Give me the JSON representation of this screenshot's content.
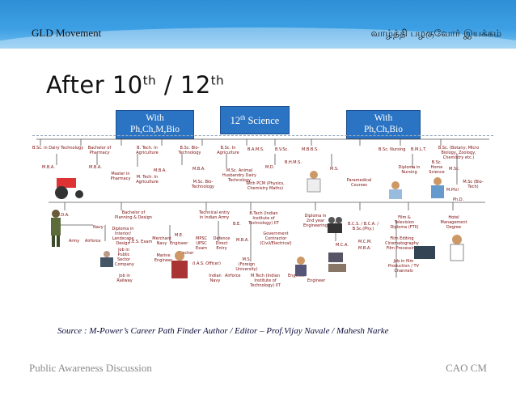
{
  "header": {
    "left": "GLD Movement",
    "right": "வாழ்த்தி பழகுவோர் இயக்கம்"
  },
  "title": {
    "main": "After 10",
    "sup1": "th",
    "sep": " / 12",
    "sup2": "th"
  },
  "boxes": {
    "left": [
      "With",
      "Ph,Ch,M,Bio"
    ],
    "mid_pre": "12",
    "mid_sup": "th",
    "mid_post": " Science",
    "right": [
      "With",
      "Ph,Ch,Bio"
    ]
  },
  "top_row": [
    "B.Sc. in Dairy Technology",
    "Bachelor of Pharmacy",
    "B. Tech. In Agriculture",
    "B.Sc. Bio-Technology",
    "B.Sc. In Agriculture",
    "B.A.M.S.",
    "B.V.Sc.",
    "M.B.B.S.",
    "B.Sc. Nursing",
    "B.M.L.T.",
    "B.Sc. (Botany, Micro Biology, Zoology, Chemistry etc.)"
  ],
  "second_row": [
    "M.B.A.",
    "M.B.A.",
    "Master in Pharmacy",
    "M. Tech. In Agriculture",
    "M.B.A.",
    "M.Sc. Bio-Technology",
    "M.B.A.",
    "M.Sc. Animal Husbandry Dairy Technology",
    "With PCM (Physics, Chemistry Maths)",
    "B.H.M.S.",
    "M.D.",
    "M.S.",
    "Paramedical Courses",
    "Diploma in Nursing",
    "B.Sc. Home Science",
    "M.Sc.",
    "M.Phil",
    "Ph.D.",
    "M.Sc (Bio-Tech)"
  ],
  "lower_row": [
    "N.D.A.",
    "Army",
    "Airforce",
    "Navy",
    "Bachelor of Planning & Design",
    "Diploma in Interior/ Landscape Design",
    "I.E.S. Exam",
    "Merchant Navy",
    "M.E.",
    "Engineer",
    "Marine Engineer",
    "Teacher",
    "MPSC UPSC Exam",
    "Defence Direct Entry",
    "Technical entry in Indian Army",
    "B.E.",
    "B.Tech (Indian Institute of Technology) IIT",
    "M.B.A.",
    "Government Contractor (Civil/Electrical)",
    "Diploma in 2nd year Engineering",
    "B.C.S. / B.C.A. / B.Sc.(Phy.)",
    "M.C.A.",
    "M.C.M.",
    "M.B.A.",
    "Film & Television Diploma (FTII)",
    "Film Editing Cinematography Film Processing",
    "Job in film Production / TV Channels",
    "Hotel Management Degree",
    "Job in Public Sector Company",
    "Job in Railway",
    "(I.A.S. Officer)",
    "Indian Navy",
    "Airforce",
    "M.S. (Foreign University)",
    "M.Tech (Indian Institute of Technology) IIT",
    "Engineer",
    "Engineer"
  ],
  "source": "Source : M-Power’s Career Path Finder Author / Editor – Prof.Vijay Navale / Mahesh Narke",
  "footer": {
    "left": "Public Awareness Discussion",
    "right": "CAO CM"
  },
  "colors": {
    "header": "#3ea0e4",
    "box": "#2b74c4",
    "node_text": "#7a0a0a",
    "line": "#555555"
  }
}
